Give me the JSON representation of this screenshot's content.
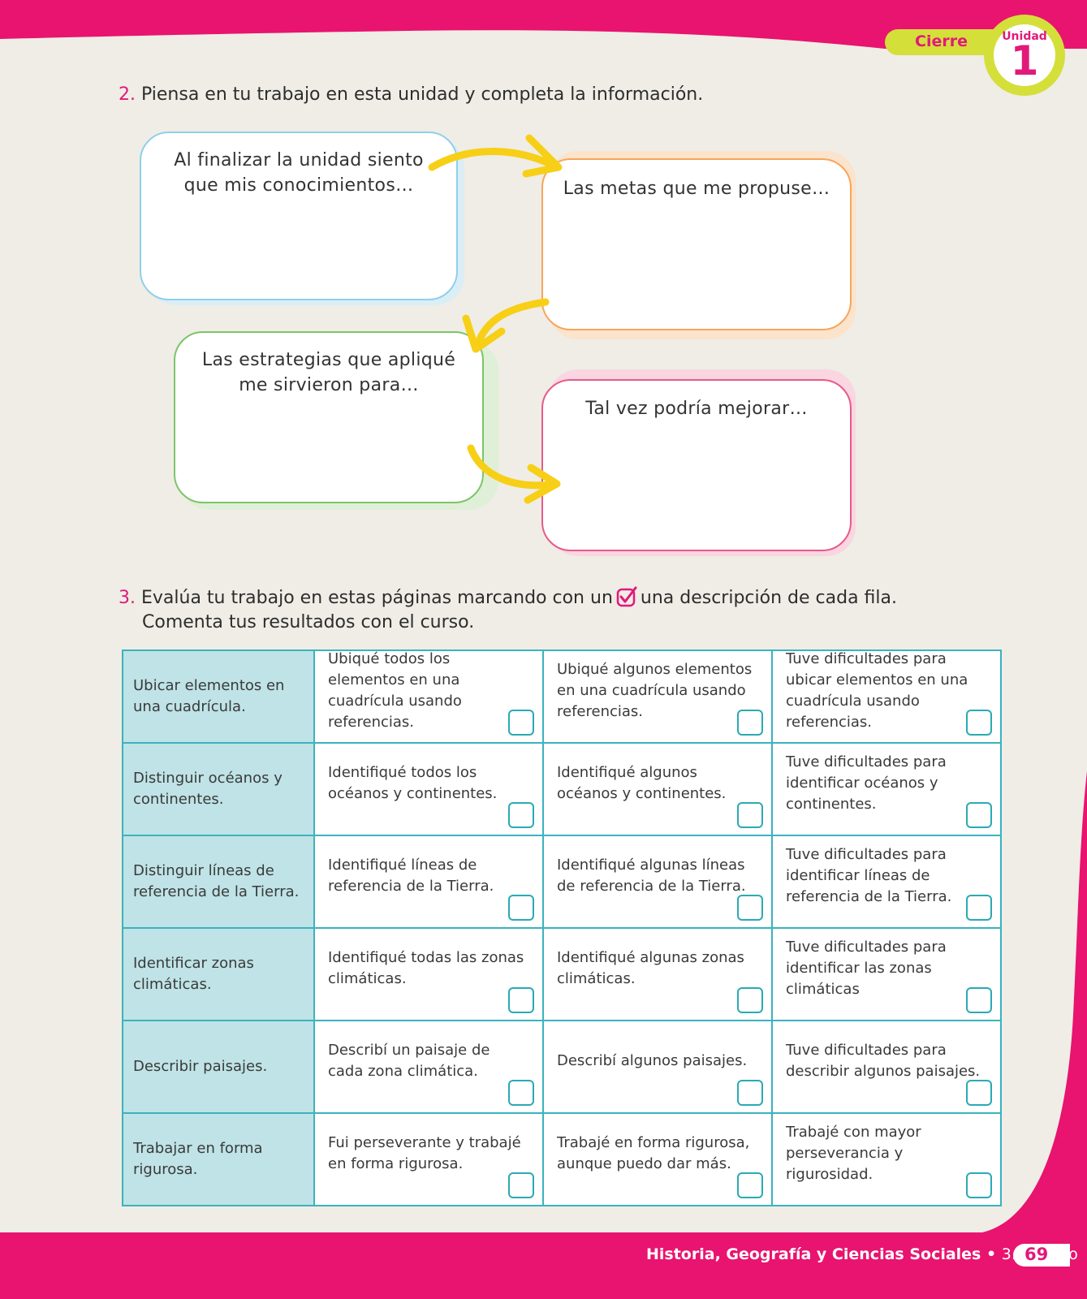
{
  "header": {
    "section_label": "Cierre",
    "unit_label": "Unidad",
    "unit_number": "1"
  },
  "question2": {
    "number": "2.",
    "text": "Piensa en tu trabajo en esta unidad y completa la información.",
    "boxes": [
      {
        "line1": "Al finalizar la unidad siento",
        "line2": "que mis conocimientos…",
        "color": "#8fd0ea"
      },
      {
        "line1": "Las metas que me propuse…",
        "line2": "",
        "color": "#f6a65b"
      },
      {
        "line1": "Las estrategias que apliqué",
        "line2": "me sirvieron para…",
        "color": "#7cc567"
      },
      {
        "line1": "Tal vez podría mejorar…",
        "line2": "",
        "color": "#e85a88"
      }
    ]
  },
  "question3": {
    "number": "3.",
    "text_before": "Evalúa tu trabajo en estas páginas marcando con un",
    "text_after": "una descripción de cada fila.",
    "line2": "Comenta tus resultados con el curso."
  },
  "table": {
    "rows": [
      {
        "criterion": "Ubicar elementos en una cuadrícula.",
        "options": [
          "Ubiqué todos los elementos en una cuadrícula usando referencias.",
          "Ubiqué algunos elementos en una cuadrícula usando referencias.",
          "Tuve dificultades para ubicar elementos en una cuadrícula usando referencias."
        ]
      },
      {
        "criterion": "Distinguir océanos y continentes.",
        "options": [
          "Identifiqué todos los océanos y continentes.",
          "Identifiqué algunos océanos y continentes.",
          "Tuve dificultades para identificar océanos y continentes."
        ]
      },
      {
        "criterion": "Distinguir líneas de referencia de la Tierra.",
        "options": [
          "Identifiqué líneas de referencia de la Tierra.",
          "Identifiqué algunas líneas de referencia de la Tierra.",
          "Tuve dificultades para identificar líneas de referencia de la Tierra."
        ]
      },
      {
        "criterion": "Identificar zonas climáticas.",
        "options": [
          "Identifiqué todas las zonas climáticas.",
          "Identifiqué algunas zonas climáticas.",
          "Tuve dificultades para identificar las zonas climáticas"
        ]
      },
      {
        "criterion": "Describir paisajes.",
        "options": [
          "Describí un paisaje de cada zona climática.",
          "Describí algunos paisajes.",
          "Tuve dificultades para describir algunos paisajes."
        ]
      },
      {
        "criterion": "Trabajar en forma rigurosa.",
        "options": [
          "Fui perseverante y trabajé en forma rigurosa.",
          "Trabajé en forma rigurosa, aunque puedo dar más.",
          "Trabajé con mayor perseverancia y rigurosidad."
        ]
      }
    ]
  },
  "footer": {
    "subject": "Historia, Geografía y Ciencias Sociales",
    "bullet": " • ",
    "grade": "3.º básico",
    "page_number": "69"
  },
  "colors": {
    "magenta": "#e2197a",
    "lime": "#d4df3a",
    "teal": "#3bb3bd",
    "teal_light": "#bfe3e6",
    "arrow_yellow": "#f7cf16"
  },
  "icons": [
    "checkbox-check-icon",
    "curved-arrow-icon"
  ]
}
